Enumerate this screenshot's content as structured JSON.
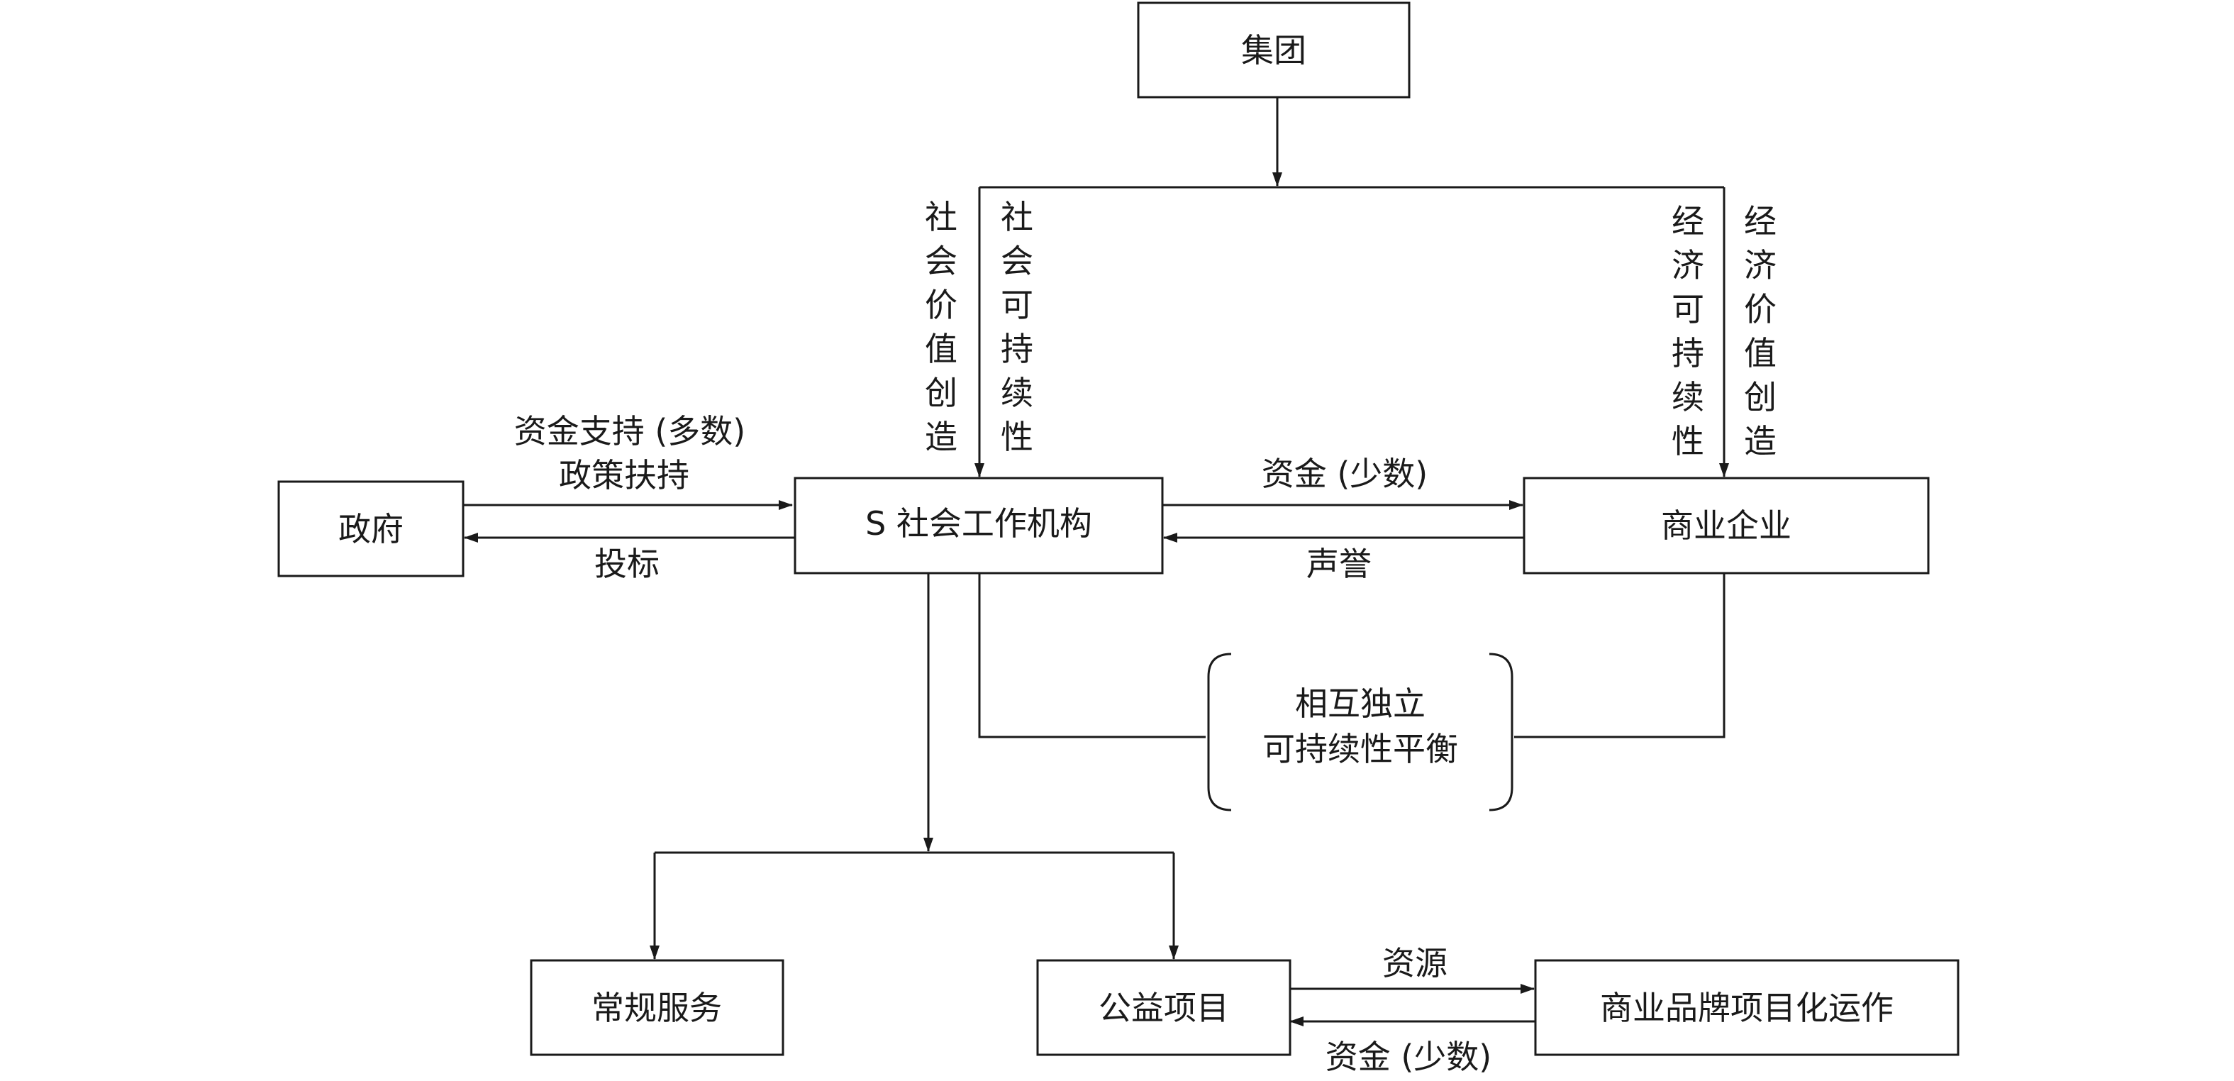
{
  "nodes": {
    "group": "集团",
    "government": "政府",
    "social_org": "S 社会工作机构",
    "business": "商业企业",
    "balance": [
      "相互独立",
      "可持续性平衡"
    ],
    "routine": "常规服务",
    "public_welfare": "公益项目",
    "brand_project": "商业品牌项目化运作"
  },
  "edges": {
    "gov_to_org": [
      "资金支持 (多数)",
      "政策扶持"
    ],
    "org_to_gov": "投标",
    "org_to_biz": "资金 (少数)",
    "biz_to_org": "声誉",
    "welfare_to_brand": "资源",
    "brand_to_welfare": "资金 (少数)",
    "social_value_creation": "社会价值创造",
    "social_sustainability": "社会可持续性",
    "economic_sustainability": "经济可持续性",
    "economic_value_creation": "经济价值创造"
  }
}
